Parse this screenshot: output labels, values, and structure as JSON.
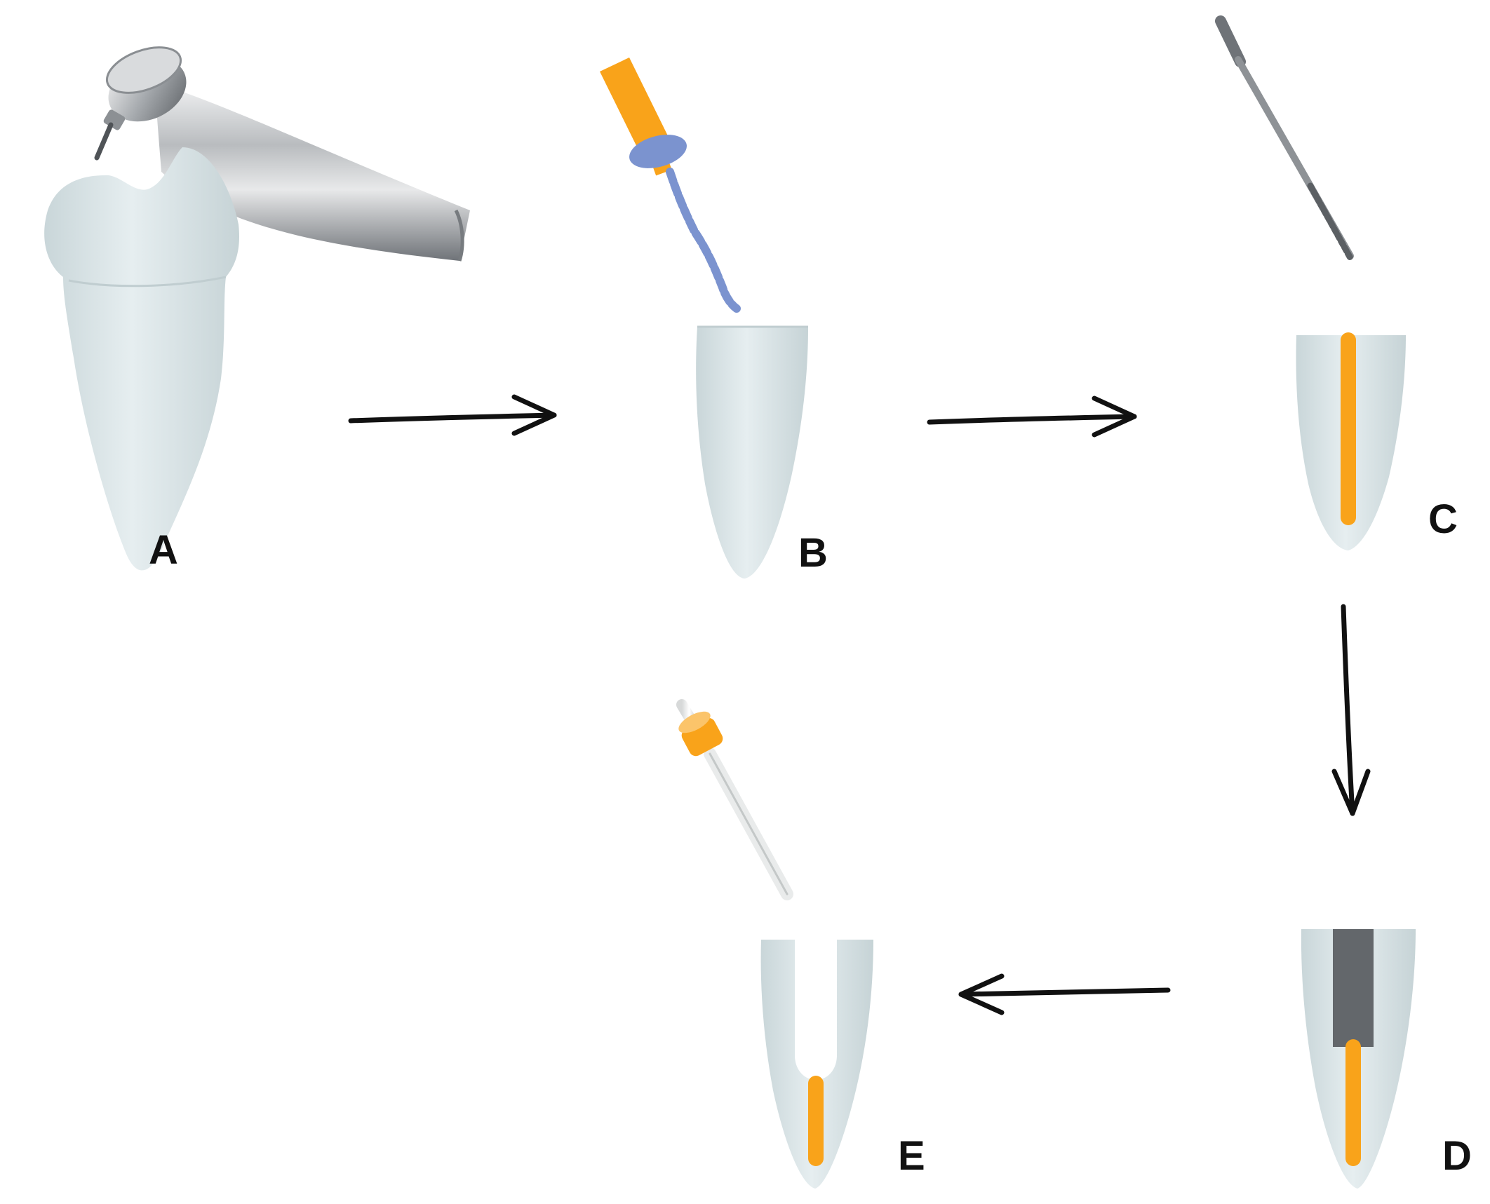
{
  "steps": [
    {
      "id": "A",
      "label": "A",
      "instrument": "contra-angle-handpiece"
    },
    {
      "id": "B",
      "label": "B",
      "instrument": "endodontic-file"
    },
    {
      "id": "C",
      "label": "C",
      "instrument": "post-drill"
    },
    {
      "id": "D",
      "label": "D",
      "instrument": "none"
    },
    {
      "id": "E",
      "label": "E",
      "instrument": "fiber-post"
    }
  ],
  "flow": [
    "A",
    "B",
    "C",
    "D",
    "E"
  ],
  "colors": {
    "tooth_fill": "#dde7e9",
    "tooth_shadow": "#c5d3d6",
    "root_filling": "#f9a31a",
    "post_space": "#63676b",
    "file_blue": "#7b93cf",
    "metal": "#9ea2a6",
    "arrow": "#111111"
  }
}
